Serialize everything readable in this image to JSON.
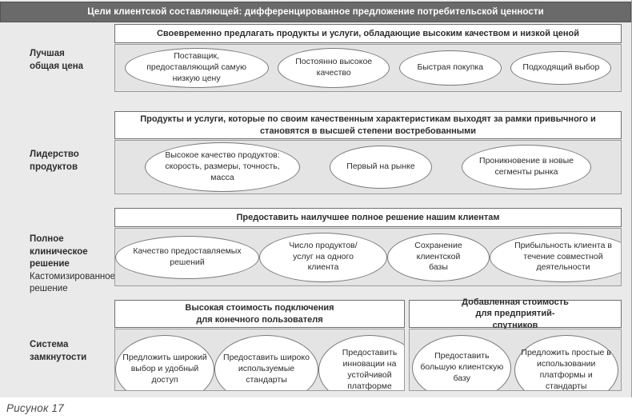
{
  "title": "Цели клиентской составляющей: дифференцированное предложение потребительской ценности",
  "caption": "Рисунок 17",
  "colors": {
    "title_bar_bg": "#6a6a6a",
    "title_text": "#ffffff",
    "figure_bg": "#eaeaea",
    "panel_bg": "#e4e4e4",
    "box_bg": "#ffffff",
    "border_dark": "#6f6f6f",
    "border_mid": "#9b9b9b",
    "text": "#2d2d2d"
  },
  "rows": [
    {
      "label_lines": [
        "Лучшая",
        "общая цена"
      ],
      "sections": [
        {
          "header": "Своевременно предлагать продукты и услуги, обладающие высоким качеством и низкой ценой",
          "ellipses": [
            "Поставщик, предоставляющий самую низкую цену",
            "Постоянно высокое качество",
            "Быстрая покупка",
            "Подходящий выбор"
          ]
        }
      ]
    },
    {
      "label_lines": [
        "Лидерство",
        "продуктов"
      ],
      "sections": [
        {
          "header": "Продукты и услуги, которые по своим качественным характеристикам выходят за рамки привычного и становятся в высшей степени востребованными",
          "ellipses": [
            "Высокое качество продуктов: скорость, размеры, точность, масса",
            "Первый на рынке",
            "Проникновение в новые сегменты рынка"
          ]
        }
      ]
    },
    {
      "label_lines": [
        "Полное клиническое",
        "решение"
      ],
      "sublabel_lines": [
        "Кастомизированное",
        "решение"
      ],
      "sections": [
        {
          "header": "Предоставить наилучшее полное решение нашим клиентам",
          "ellipses": [
            "Качество предоставляемых решений",
            "Число продуктов/услуг на одного клиента",
            "Сохранение клиентской базы",
            "Прибыльность клиента в течение совместной деятельности"
          ]
        }
      ]
    },
    {
      "label_lines": [
        "Система",
        "замкнутости"
      ],
      "sections": [
        {
          "header": "Высокая стоимость подключения для конечного пользователя",
          "ellipses": [
            "Предложить широкий выбор и удобный доступ",
            "Предоставить широко используемые стандарты",
            "Предоставить инновации на устойчивой платформе"
          ]
        },
        {
          "header": "Добавленная стоимость для предприятий-спутников",
          "ellipses": [
            "Предоставить большую клиентскую базу",
            "Предложить простые в использовании платформы и стандарты"
          ]
        }
      ]
    }
  ]
}
